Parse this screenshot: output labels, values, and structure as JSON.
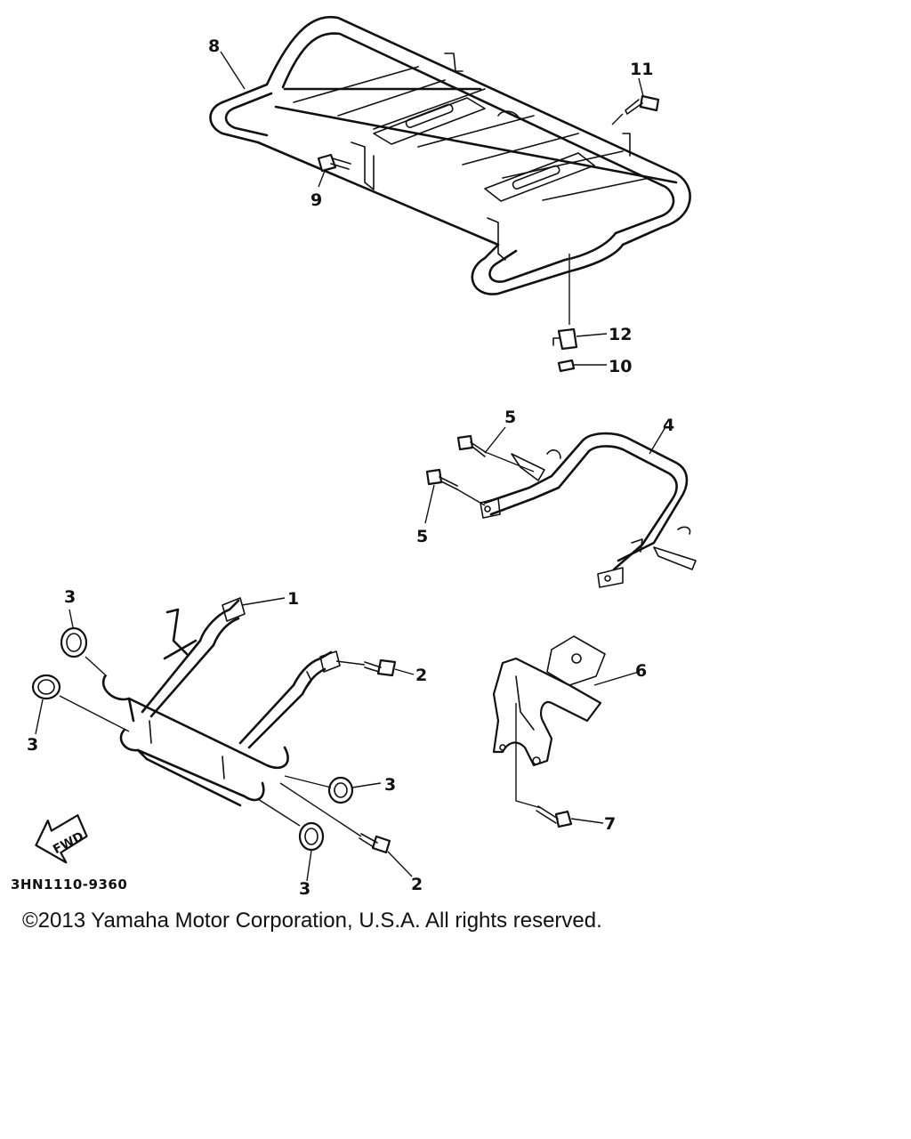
{
  "callouts": {
    "c1": "1",
    "c2a": "2",
    "c2b": "2",
    "c3a": "3",
    "c3b": "3",
    "c3c": "3",
    "c3d": "3",
    "c4": "4",
    "c5a": "5",
    "c5b": "5",
    "c6": "6",
    "c7": "7",
    "c8": "8",
    "c9": "9",
    "c10": "10",
    "c11": "11",
    "c12": "12"
  },
  "fwd_label": "FWD",
  "catalog_code": "3HN1110-9360",
  "copyright": "©2013 Yamaha Motor Corporation, U.S.A. All rights reserved."
}
